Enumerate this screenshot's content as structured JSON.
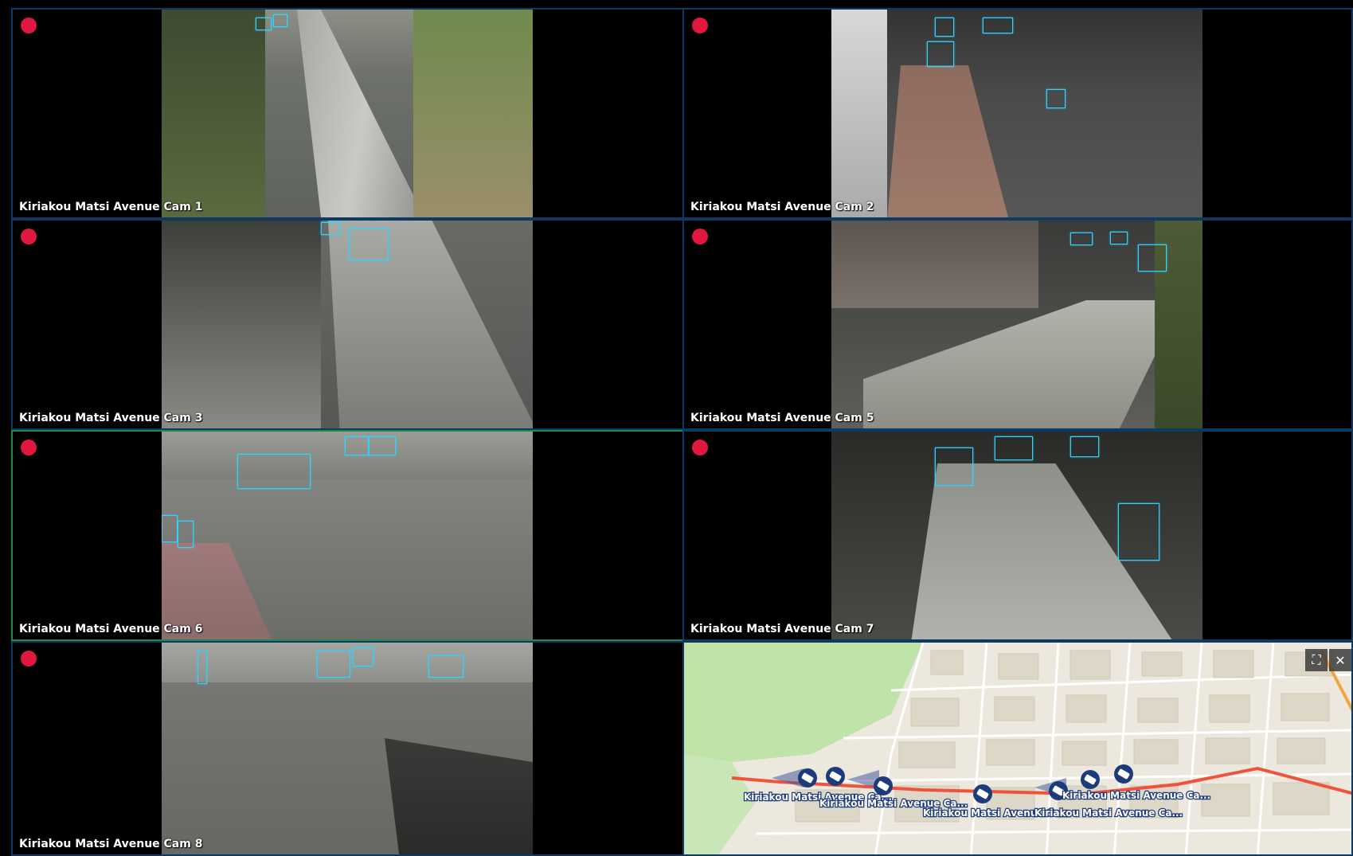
{
  "cameras": [
    {
      "label": "Kiriakou Matsi Avenue Cam 1"
    },
    {
      "label": "Kiriakou Matsi Avenue Cam 2"
    },
    {
      "label": "Kiriakou Matsi Avenue Cam 3"
    },
    {
      "label": "Kiriakou Matsi Avenue Cam 5"
    },
    {
      "label": "Kiriakou Matsi Avenue Cam 6"
    },
    {
      "label": "Kiriakou Matsi Avenue Cam 7"
    },
    {
      "label": "Kiriakou Matsi Avenue Cam 8"
    }
  ],
  "map": {
    "marker_labels": [
      "Kiriakou Matsi Avenue Ca...",
      "Kiriakou Matsi Avenue Ca...",
      "Kiriakou Matsi Avenue Ca...",
      "Kiriakou Matsi Avenue Ca...",
      "Kiriakou Matsi Avenue Ca..."
    ],
    "fullscreen_icon": "fullscreen-icon",
    "close_icon": "close-icon"
  },
  "colors": {
    "recording": "#e0173e",
    "tile_border": "#0d3a63",
    "selected_border": "#1f8a4c",
    "detection_box": "#2fd3ff",
    "route_line": "#f0523c",
    "camera_marker": "#1d3a7a"
  },
  "selected_camera": "Kiriakou Matsi Avenue Cam 6"
}
